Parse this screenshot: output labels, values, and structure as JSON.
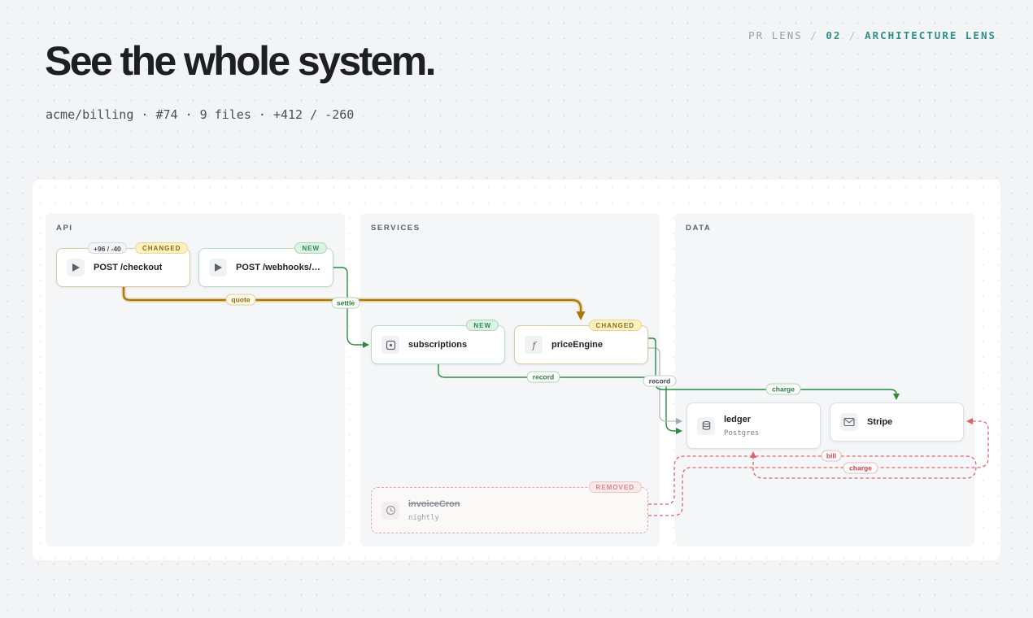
{
  "header": {
    "breadcrumb_brand": "PR LENS",
    "breadcrumb_sep": "/",
    "breadcrumb_num": "02",
    "breadcrumb_page": "ARCHITECTURE LENS",
    "title": "See the whole system.",
    "subline": "acme/billing · #74 · 9 files · +412 / -260"
  },
  "lanes": [
    {
      "id": "api",
      "label": "API"
    },
    {
      "id": "services",
      "label": "SERVICES"
    },
    {
      "id": "data",
      "label": "DATA"
    }
  ],
  "nodes": {
    "checkout": {
      "label": "POST /checkout",
      "badge": "CHANGED",
      "diff": "+96 / -40",
      "icon": "play-icon"
    },
    "webhooks": {
      "label": "POST /webhooks/stripe",
      "badge": "NEW",
      "icon": "play-icon"
    },
    "subscriptions": {
      "label": "subscriptions",
      "badge": "NEW",
      "icon": "module-icon"
    },
    "priceEngine": {
      "label": "priceEngine",
      "badge": "CHANGED",
      "icon": "function-icon"
    },
    "invoiceCron": {
      "label": "invoiceCron",
      "sub": "nightly",
      "badge": "REMOVED",
      "icon": "clock-icon"
    },
    "ledger": {
      "label": "ledger",
      "sub": "Postgres",
      "icon": "database-icon"
    },
    "stripe": {
      "label": "Stripe",
      "icon": "mail-icon"
    }
  },
  "edges": {
    "quote": "quote",
    "settle": "settle",
    "record_sub": "record",
    "record_price": "record",
    "charge_main": "charge",
    "bill": "bill",
    "charge_removed": "charge"
  },
  "colors": {
    "changed": "#a8770d",
    "new": "#2a8a42",
    "removed": "#d9646b",
    "neutral": "#9ca1a8"
  }
}
